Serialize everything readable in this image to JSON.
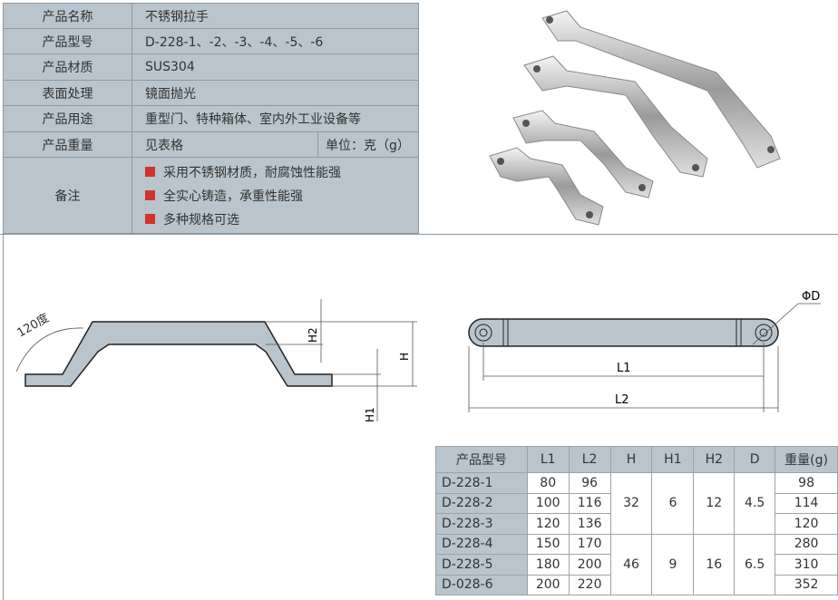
{
  "spec": {
    "rows": [
      {
        "label": "产品名称",
        "value": "不锈钢拉手"
      },
      {
        "label": "产品型号",
        "value": "D-228-1、-2、-3、-4、-5、-6"
      },
      {
        "label": "产品材质",
        "value": "SUS304"
      },
      {
        "label": "表面处理",
        "value": "镜面抛光"
      },
      {
        "label": "产品用途",
        "value": "重型门、特种箱体、室内外工业设备等"
      },
      {
        "label": "产品重量",
        "value": "见表格",
        "unit": "单位：克（g）"
      }
    ],
    "notes_label": "备注",
    "notes": [
      "采用不锈钢材质，耐腐蚀性能强",
      "全实心铸造，承重性能强",
      "多种规格可选"
    ]
  },
  "drawing": {
    "angle": "120度",
    "h": "H",
    "h1": "H1",
    "h2": "H2",
    "l1": "L1",
    "l2": "L2",
    "d": "ΦD"
  },
  "dims": {
    "headers": [
      "产品型号",
      "L1",
      "L2",
      "H",
      "H1",
      "H2",
      "D",
      "重量(g)"
    ],
    "rows": [
      {
        "model": "D-228-1",
        "l1": "80",
        "l2": "96",
        "w": "98"
      },
      {
        "model": "D-228-2",
        "l1": "100",
        "l2": "116",
        "w": "114"
      },
      {
        "model": "D-228-3",
        "l1": "120",
        "l2": "136",
        "w": "120"
      },
      {
        "model": "D-228-4",
        "l1": "150",
        "l2": "170",
        "w": "280"
      },
      {
        "model": "D-228-5",
        "l1": "180",
        "l2": "200",
        "w": "310"
      },
      {
        "model": "D-028-6",
        "l1": "200",
        "l2": "220",
        "w": "352"
      }
    ],
    "groups": [
      {
        "h": "32",
        "h1": "6",
        "h2": "12",
        "d": "4.5"
      },
      {
        "h": "46",
        "h1": "9",
        "h2": "16",
        "d": "6.5"
      }
    ]
  }
}
